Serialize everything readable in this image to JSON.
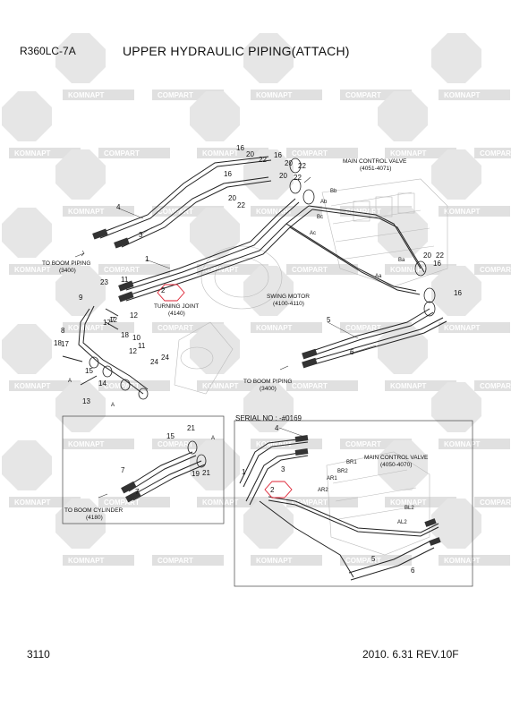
{
  "header": {
    "model": "R360LC-7A",
    "title": "UPPER HYDRAULIC PIPING(ATTACH)"
  },
  "footer": {
    "page": "3110",
    "date_rev": "2010. 6.31  REV.10F"
  },
  "watermark": {
    "brand_a": "KOMNAPT",
    "brand_b": "COMPART"
  },
  "labels": {
    "main_control_valve_top": "MAIN CONTROL VALVE",
    "main_control_valve_top_code": "(4051-4071)",
    "to_boom_piping_left": "TO BOOM PIPING",
    "to_boom_piping_left_code": "(3400)",
    "turning_joint": "TURNING JOINT",
    "turning_joint_code": "(4140)",
    "swing_motor": "SWING MOTOR",
    "swing_motor_code": "(4100-4110)",
    "to_boom_piping_bottom": "TO BOOM PIPING",
    "to_boom_piping_bottom_code": "(3400)",
    "serial_no": "SERIAL NO : -#0169",
    "main_control_valve_inset": "MAIN CONTROL VALVE",
    "main_control_valve_inset_code": "(4050-4070)",
    "to_boom_cylinder": "TO BOOM CYLINDER",
    "to_boom_cylinder_code": "(4180)"
  },
  "port_labels": [
    "Bb",
    "Ab",
    "Bc",
    "Ac",
    "Ba",
    "Aa",
    "BR1",
    "BR2",
    "AR1",
    "AR2",
    "BL2",
    "AL2",
    "A",
    "A",
    "A"
  ],
  "callouts": [
    "16",
    "20",
    "22",
    "16",
    "20",
    "22",
    "16",
    "20",
    "22",
    "20",
    "22",
    "4",
    "3",
    "1",
    "2",
    "11",
    "23",
    "9",
    "12",
    "12",
    "17",
    "24",
    "18",
    "15",
    "7",
    "12",
    "18",
    "17",
    "8",
    "10",
    "11",
    "13",
    "14",
    "24",
    "21",
    "5",
    "6",
    "15",
    "21",
    "19",
    "7",
    "7",
    "1",
    "2",
    "3",
    "4",
    "5",
    "6",
    "20",
    "22",
    "16",
    "16"
  ]
}
